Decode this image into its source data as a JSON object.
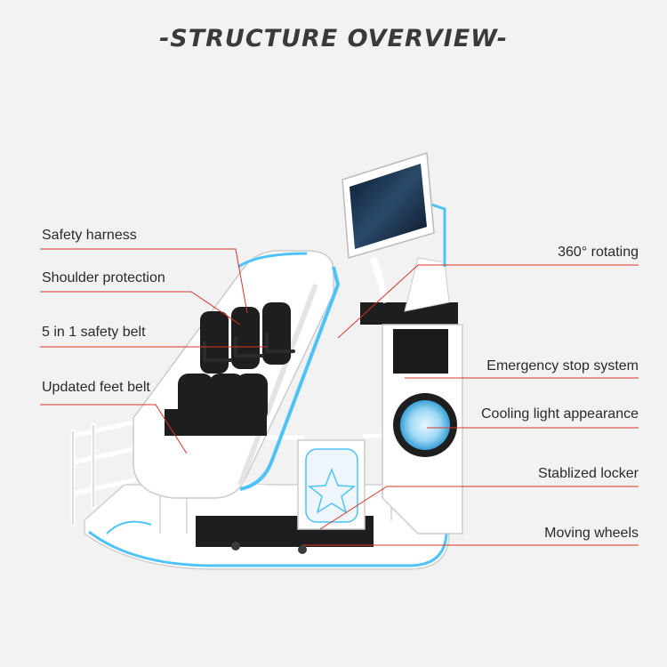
{
  "title": "-STRUCTURE OVERVIEW-",
  "colors": {
    "background": "#f2f2f2",
    "leader_line": "#d9342b",
    "accent_light": "#4fc3f7",
    "machine_white": "#ffffff",
    "machine_dark": "#1e1e1e"
  },
  "labels_left": [
    {
      "text": "Safety harness"
    },
    {
      "text": "Shoulder protection"
    },
    {
      "text": "5 in 1 safety belt"
    },
    {
      "text": "Updated feet belt"
    }
  ],
  "labels_right": [
    {
      "text": "360° rotating"
    },
    {
      "text": "Emergency stop system"
    },
    {
      "text": "Cooling light appearance"
    },
    {
      "text": "Stablized locker"
    },
    {
      "text": "Moving wheels"
    }
  ]
}
